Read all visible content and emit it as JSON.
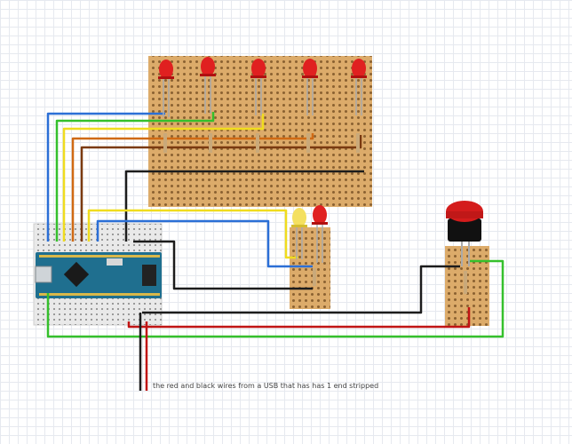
{
  "annotation": "the red and black wires from a USB that has has 1 end stripped",
  "colors": {
    "stripboard": "#dcab6a",
    "stripboard_hole": "#8a6131",
    "breadboard": "#e9e9e9",
    "arduino": "#1f6f8f",
    "wire_blue": "#2b6fd6",
    "wire_green": "#35c02c",
    "wire_yellow": "#f0dc1e",
    "wire_orange": "#d06a14",
    "wire_brown": "#7a3a10",
    "wire_black": "#1c1c1c",
    "wire_red": "#c01414",
    "led_red": "#e02020",
    "led_yellow": "#f4e060",
    "button_cap": "#d41c1c",
    "button_body": "#111111"
  },
  "components": {
    "main_leds": [
      "red",
      "red",
      "red",
      "red",
      "red"
    ],
    "small_leds": [
      "yellow",
      "red"
    ],
    "button": "push-button"
  }
}
